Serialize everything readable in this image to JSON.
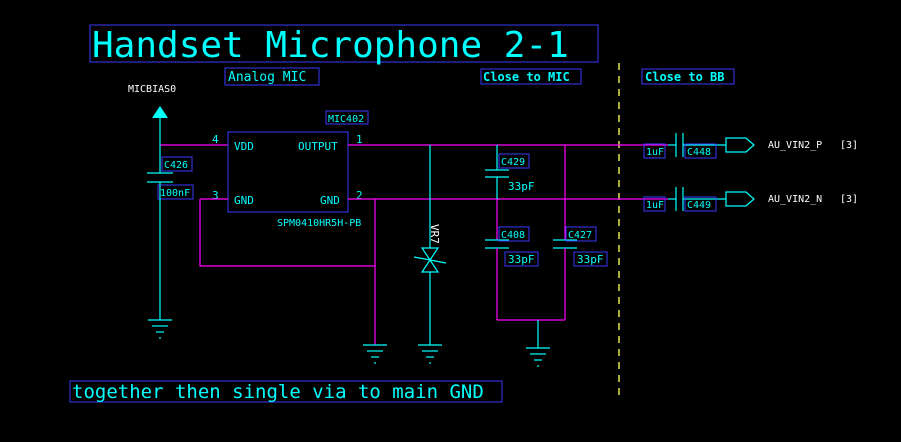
{
  "title": "Handset Microphone 2-1",
  "subtitle": "Analog MIC",
  "section_left": "Close to MIC",
  "section_right": "Close to BB",
  "power_label": "MICBIAS0",
  "footer_note": "together then single via to main GND",
  "ic": {
    "ref": "MIC402",
    "part": "SPM0410HR5H-PB",
    "pins": {
      "vdd": "VDD",
      "output": "OUTPUT",
      "gnd_left": "GND",
      "gnd_right": "GND",
      "pin1": "1",
      "pin2": "2",
      "pin3": "3",
      "pin4": "4"
    }
  },
  "components": {
    "c426": {
      "ref": "C426",
      "value": "100nF"
    },
    "c429": {
      "ref": "C429",
      "value": "33pF"
    },
    "c408": {
      "ref": "C408",
      "value": "33pF"
    },
    "c427": {
      "ref": "C427",
      "value": "33pF"
    },
    "c448": {
      "ref": "C448",
      "value": "1uF"
    },
    "c449": {
      "ref": "C449",
      "value": "1uF"
    },
    "vr7": {
      "ref": "VR7"
    }
  },
  "nets": {
    "p": {
      "name": "AU_VIN2_P",
      "sheet": "[3]"
    },
    "n": {
      "name": "AU_VIN2_N",
      "sheet": "[3]"
    }
  },
  "colors": {
    "text": "#00ffff",
    "wire": "#ff00ff",
    "box": "#3a3aff",
    "divider": "#e6e64c",
    "background": "#000000"
  }
}
